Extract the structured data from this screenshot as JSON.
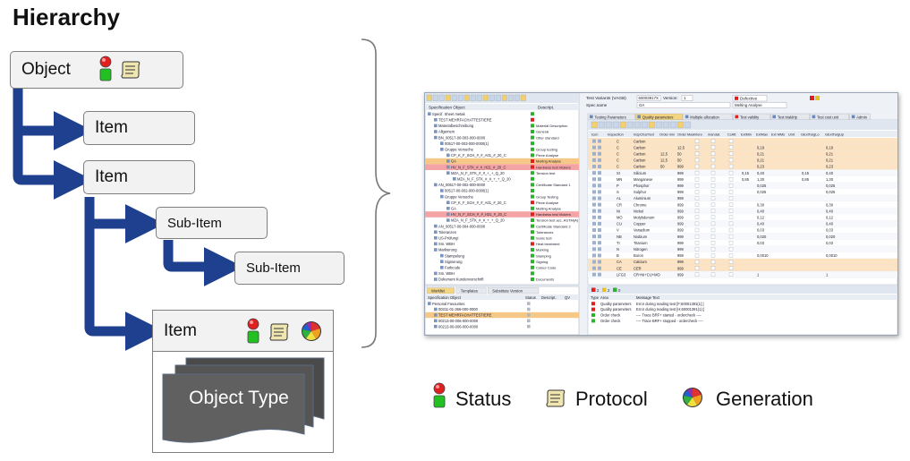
{
  "title": "Hierarchy",
  "nodes": {
    "object": "Object",
    "item1": "Item",
    "item2": "Item",
    "subitem1": "Sub-Item",
    "subitem2": "Sub-Item",
    "item3": "Item",
    "object_type": "Object Type"
  },
  "legend": {
    "status": "Status",
    "protocol": "Protocol",
    "generation": "Generation"
  },
  "screenshot": {
    "header_title": "Test Variants (VAGB)",
    "header_value": "60003917X",
    "version_label": "Version:",
    "version_value": "1",
    "status_value": "Defective",
    "spec_name_label": "Spec.name",
    "spec_name_value": "GA",
    "spec_desc": "Melting Analyse",
    "tree_col1": "Specification Object",
    "tree_col2": "Descript.",
    "tabs": [
      "Testing Parameters",
      "Quality parameters",
      "Multiple allocation",
      "Test validity",
      "Test trialdrip",
      "Test cost unit",
      "Admin"
    ],
    "grid_headers": [
      "Icon",
      "Inspection",
      "InspCharText",
      "Order min",
      "Order Max",
      "Interv.",
      "mandat.",
      "CcAtt",
      "ExtMin",
      "ExtMax",
      "Ext MMs",
      "Unit",
      "GExtTargLo",
      "GExtTargUp"
    ],
    "rows": [
      {
        "code": "C",
        "text": "Carbon",
        "min": "",
        "max": "",
        "tl": "",
        "tu": ""
      },
      {
        "code": "C",
        "text": "Carbon",
        "min": "",
        "max": "12,5",
        "tl": "",
        "tu": "0,19"
      },
      {
        "code": "C",
        "text": "Carbon",
        "min": "12,5",
        "max": "50",
        "tl": "",
        "tu": "0,21"
      },
      {
        "code": "C",
        "text": "Carbon",
        "min": "12,5",
        "max": "50",
        "tl": "",
        "tu": "0,21"
      },
      {
        "code": "C",
        "text": "Carbon",
        "min": "50",
        "max": "999",
        "tl": "",
        "tu": "0,23"
      },
      {
        "code": "SI",
        "text": "Silicium",
        "min": "",
        "max": "999",
        "tl": "0,15",
        "tu": "0,40"
      },
      {
        "code": "MN",
        "text": "Manganese",
        "min": "",
        "max": "999",
        "tl": "0,85",
        "tu": "1,30"
      },
      {
        "code": "P",
        "text": "Phosphor",
        "min": "",
        "max": "999",
        "tl": "",
        "tu": "0,025"
      },
      {
        "code": "S",
        "text": "Sulphur",
        "min": "",
        "max": "999",
        "tl": "",
        "tu": "0,025"
      },
      {
        "code": "AL",
        "text": "Aluminium",
        "min": "",
        "max": "999",
        "tl": "",
        "tu": ""
      },
      {
        "code": "CR",
        "text": "Chrome",
        "min": "",
        "max": "999",
        "tl": "",
        "tu": "0,30"
      },
      {
        "code": "NI",
        "text": "Nickel",
        "min": "",
        "max": "999",
        "tl": "",
        "tu": "0,40"
      },
      {
        "code": "MO",
        "text": "Molybdenum",
        "min": "",
        "max": "999",
        "tl": "",
        "tu": "0,12"
      },
      {
        "code": "CU",
        "text": "Copper",
        "min": "",
        "max": "999",
        "tl": "",
        "tu": "0,40"
      },
      {
        "code": "V",
        "text": "Vanadium",
        "min": "",
        "max": "999",
        "tl": "",
        "tu": "0,03"
      },
      {
        "code": "NB",
        "text": "Niobium",
        "min": "",
        "max": "999",
        "tl": "",
        "tu": "0,020"
      },
      {
        "code": "TI",
        "text": "Titanium",
        "min": "",
        "max": "999",
        "tl": "",
        "tu": "0,03"
      },
      {
        "code": "N",
        "text": "Nitrogen",
        "min": "",
        "max": "999",
        "tl": "",
        "tu": ""
      },
      {
        "code": "B",
        "text": "Boron",
        "min": "",
        "max": "999",
        "tl": "",
        "tu": "0,0010"
      },
      {
        "code": "CA",
        "text": "Calcium",
        "min": "",
        "max": "999",
        "tl": "",
        "tu": ""
      },
      {
        "code": "CE",
        "text": "CER",
        "min": "",
        "max": "999",
        "tl": "",
        "tu": ""
      },
      {
        "code": "LFG3",
        "text": "CR+NI+CU+MO",
        "min": "",
        "max": "999",
        "tl": "",
        "tu": "1"
      }
    ],
    "tree": [
      {
        "label": "Specif. Sheet metak",
        "desc": "",
        "indent": 0,
        "hl": ""
      },
      {
        "label": "TEST MEHRFACHATTESTIERE",
        "desc": "",
        "indent": 1,
        "hl": ""
      },
      {
        "label": "Materialbeschreibung",
        "desc": "Material Description",
        "indent": 1,
        "hl": ""
      },
      {
        "label": "Allgemein",
        "desc": "General",
        "indent": 1,
        "hl": ""
      },
      {
        "label": "BN_00517-00-003-000-0000",
        "desc": "Otter standard",
        "indent": 1,
        "hl": ""
      },
      {
        "label": "00517-00-003-000-0000(1)",
        "desc": "",
        "indent": 2,
        "hl": ""
      },
      {
        "label": "Gruppe Versuche",
        "desc": "Group testing",
        "indent": 2,
        "hl": ""
      },
      {
        "label": "CP_K_F_SCH_#_#_A01_#_20_C",
        "desc": "Piece Analyse",
        "indent": 3,
        "hl": ""
      },
      {
        "label": "GA",
        "desc": "Melting Analyse",
        "indent": 3,
        "hl": "orange"
      },
      {
        "label": "HV_N_F_STK_#_#_H21_#_20_C",
        "desc": "Hardness test Vickers",
        "indent": 3,
        "hl": "red"
      },
      {
        "label": "MZA_N_F_STK_#_#_+_+_Q_20",
        "desc": "Tension test",
        "indent": 3,
        "hl": ""
      },
      {
        "label": "MZA_N_F_STK_#_#_+_+_Q_20",
        "desc": "",
        "indent": 4,
        "hl": ""
      },
      {
        "label": "AN_00517-00-002-000-0000",
        "desc": "Certificate Standard 1",
        "indent": 1,
        "hl": ""
      },
      {
        "label": "00517-00-002-000-0000(1)",
        "desc": "",
        "indent": 2,
        "hl": ""
      },
      {
        "label": "Gruppe Versuche",
        "desc": "Group Testing",
        "indent": 2,
        "hl": ""
      },
      {
        "label": "CP_K_F_SCH_#_#_A01_#_20_C",
        "desc": "Piece Analyse",
        "indent": 3,
        "hl": ""
      },
      {
        "label": "GA",
        "desc": "Melting Analyse",
        "indent": 3,
        "hl": ""
      },
      {
        "label": "HV_N_F_SCH_#_#_H21_#_20_C",
        "desc": "Hardness test Vickers",
        "indent": 3,
        "hl": "red"
      },
      {
        "label": "MZA_N_F_STK_#_#_+_+_Q_20",
        "desc": "Tension test acc. ASTM(A)",
        "indent": 3,
        "hl": ""
      },
      {
        "label": "AN_00517-00-004-000-0000",
        "desc": "Certificate Standard 2",
        "indent": 1,
        "hl": ""
      },
      {
        "label": "Toleranzen",
        "desc": "Tolerances",
        "indent": 1,
        "hl": ""
      },
      {
        "label": "US-Prüfung!",
        "desc": "Sonic test",
        "indent": 1,
        "hl": ""
      },
      {
        "label": "Sm. WBH",
        "desc": "Heat treatment",
        "indent": 1,
        "hl": ""
      },
      {
        "label": "Markierung",
        "desc": "Marking",
        "indent": 1,
        "hl": ""
      },
      {
        "label": "Stampelung",
        "desc": "Stamping",
        "indent": 2,
        "hl": ""
      },
      {
        "label": "Signierung",
        "desc": "Signing",
        "indent": 2,
        "hl": ""
      },
      {
        "label": "Farbcode",
        "desc": "Colour Code",
        "indent": 2,
        "hl": ""
      },
      {
        "label": "Sm. WBH",
        "desc": "",
        "indent": 1,
        "hl": ""
      },
      {
        "label": "Dokument Kundenvorschrift",
        "desc": "Documents",
        "indent": 1,
        "hl": ""
      }
    ],
    "worklist_tabs": [
      "Worklist",
      "Templates",
      "Substitute Version"
    ],
    "worklist_headers": [
      "Specification Object",
      "Status",
      "Descript.",
      "QV"
    ],
    "worklist_items": [
      {
        "label": "Personal Favourites",
        "indent": 0,
        "hl": ""
      },
      {
        "label": "00311-01-366-000-0000",
        "indent": 1,
        "hl": ""
      },
      {
        "label": "TEST MEHRFACHATTESTIERE",
        "indent": 1,
        "hl": "orange"
      },
      {
        "label": "00213-00-006-000-0000",
        "indent": 1,
        "hl": ""
      },
      {
        "label": "00213-00-006-000-0000",
        "indent": 1,
        "hl": ""
      }
    ],
    "log_headers": [
      "Type",
      "Area",
      "Message Text"
    ],
    "log_counts": [
      "2",
      "2",
      "0"
    ],
    "log": [
      {
        "area": "Quality parameters",
        "msg": "Error during reading test [F;60001391(1);]"
      },
      {
        "area": "Quality parameters",
        "msg": "Error during reading test [H;60001391(1);]"
      },
      {
        "area": "Order check",
        "msg": "---- Trace BRF+ started - ordercheck ----"
      },
      {
        "area": "Order check",
        "msg": "---- Trace BRF+ stopped - ordercheck ----"
      }
    ]
  }
}
